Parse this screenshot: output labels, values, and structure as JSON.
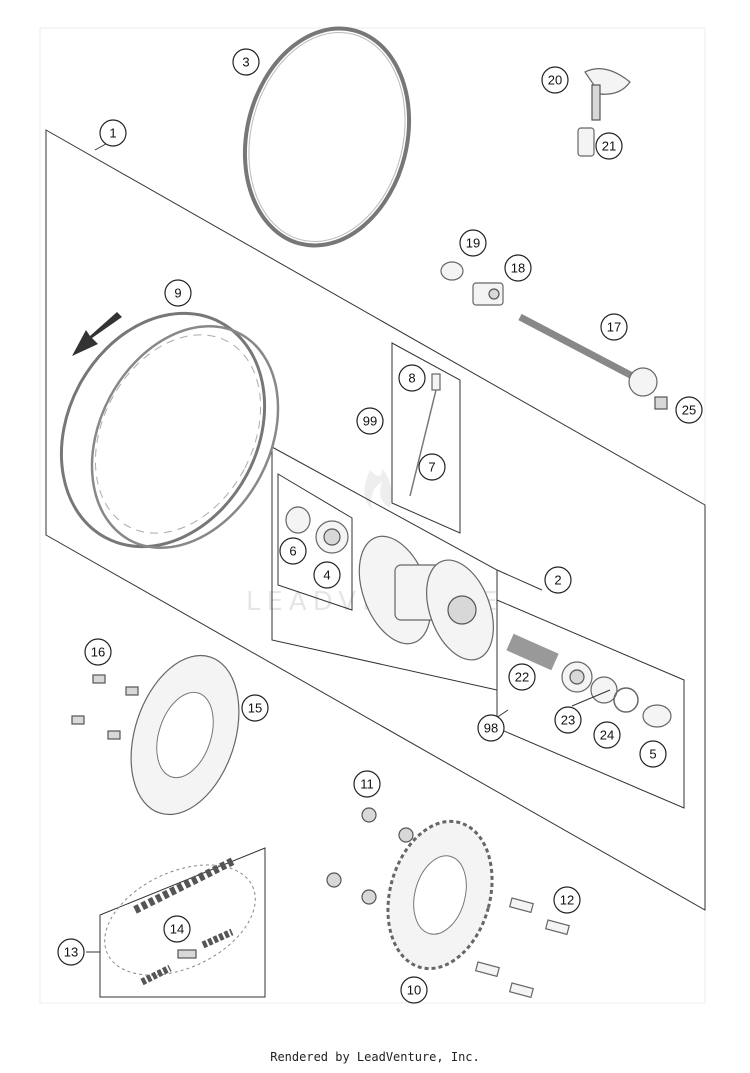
{
  "callouts": [
    {
      "id": "c1",
      "label": "1"
    },
    {
      "id": "c2",
      "label": "2"
    },
    {
      "id": "c3",
      "label": "3"
    },
    {
      "id": "c4",
      "label": "4"
    },
    {
      "id": "c5",
      "label": "5"
    },
    {
      "id": "c6",
      "label": "6"
    },
    {
      "id": "c7",
      "label": "7"
    },
    {
      "id": "c8",
      "label": "8"
    },
    {
      "id": "c9",
      "label": "9"
    },
    {
      "id": "c10",
      "label": "10"
    },
    {
      "id": "c11",
      "label": "11"
    },
    {
      "id": "c12",
      "label": "12"
    },
    {
      "id": "c13",
      "label": "13"
    },
    {
      "id": "c14",
      "label": "14"
    },
    {
      "id": "c15",
      "label": "15"
    },
    {
      "id": "c16",
      "label": "16"
    },
    {
      "id": "c17",
      "label": "17"
    },
    {
      "id": "c18",
      "label": "18"
    },
    {
      "id": "c19",
      "label": "19"
    },
    {
      "id": "c20",
      "label": "20"
    },
    {
      "id": "c21",
      "label": "21"
    },
    {
      "id": "c22",
      "label": "22"
    },
    {
      "id": "c23",
      "label": "23"
    },
    {
      "id": "c24",
      "label": "24"
    },
    {
      "id": "c25",
      "label": "25"
    },
    {
      "id": "c98",
      "label": "98"
    },
    {
      "id": "c99",
      "label": "99"
    }
  ],
  "watermark": "LEADVENTURE",
  "footer": "Rendered by LeadVenture, Inc."
}
